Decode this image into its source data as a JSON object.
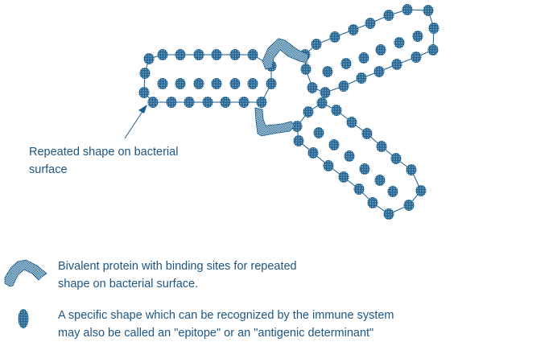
{
  "colors": {
    "dot": "#1b5d8c",
    "text": "#1d5683",
    "protein": "#4f86ad"
  },
  "annotation": {
    "line1": "Repeated  shape on bacterial",
    "line2": "surface"
  },
  "legend": {
    "protein": {
      "line1": "Bivalent protein with binding sites for repeated",
      "line2": "shape on bacterial surface."
    },
    "epitope": {
      "line1": "A specific shape which can be recognized by the immune system",
      "line2": "may also be called an \"epitope\" or an \"antigenic determinant\""
    }
  }
}
